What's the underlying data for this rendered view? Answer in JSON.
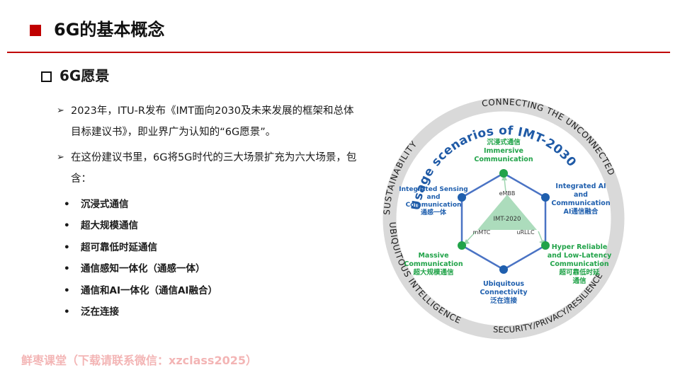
{
  "header": {
    "title": "6G的基本概念"
  },
  "section": {
    "title": "6G愿景"
  },
  "paragraphs": [
    {
      "marker": "➢",
      "text": "2023年，ITU-R发布《IMT面向2030及未来发展的框架和总体目标建议书》，即业界广为认知的“6G愿景”。"
    },
    {
      "marker": "➢",
      "text": "在这份建议书里，6G将5G时代的三大场景扩充为六大场景，包含："
    }
  ],
  "bullets": {
    "marker": "•",
    "items": [
      "沉浸式通信",
      "超大规模通信",
      "超可靠低时延通信",
      "通信感知一体化（通感一体）",
      "通信和AI一体化（通信AI融合）",
      "泛在连接"
    ]
  },
  "watermark": "鲜枣课堂（下载请联系微信：xzclass2025）",
  "diagram": {
    "ring_labels": {
      "top_right": "CONNECTING THE UNCONNECTED",
      "top_left": "SUSTAINABILITY",
      "bottom_left": "UBIQUITOUS INTELLIGENCE",
      "bottom_right": "SECURITY/PRIVACY/RESILIENCE"
    },
    "arc_title": "Usage scenarios of IMT-2030",
    "center": {
      "label": "IMT-2020",
      "corner_top": "eMBB",
      "corner_left": "mMTC",
      "corner_right": "uRLLC"
    },
    "scenarios": {
      "immersive": {
        "en": [
          "Immersive",
          "Communication"
        ],
        "zh": "沉浸式通信"
      },
      "sensing": {
        "en": [
          "Integrated Sensing",
          "and",
          "Communication"
        ],
        "zh": "通感一体"
      },
      "ai": {
        "en": [
          "Integrated AI",
          "and",
          "Communication"
        ],
        "zh": "AI通信融合"
      },
      "massive": {
        "en": [
          "Massive",
          "Communication"
        ],
        "zh": "超大规模通信"
      },
      "hyper": {
        "en": [
          "Hyper Reliable",
          "and Low-Latency",
          "Communication"
        ],
        "zh": [
          "超可靠低时延",
          "通信"
        ]
      },
      "ubiquitous": {
        "en": [
          "Ubiquitous",
          "Connectivity"
        ],
        "zh": "泛在连接"
      }
    },
    "colors": {
      "ring": "#d9d9d9",
      "ring_text": "#1a1a1a",
      "arc_title": "#1f5aa6",
      "hexagon": "#4a73c4",
      "green": "#21a349",
      "blue": "#1f5fae",
      "triangle": "#9ed6b0",
      "accent_red": "#c00000"
    }
  }
}
